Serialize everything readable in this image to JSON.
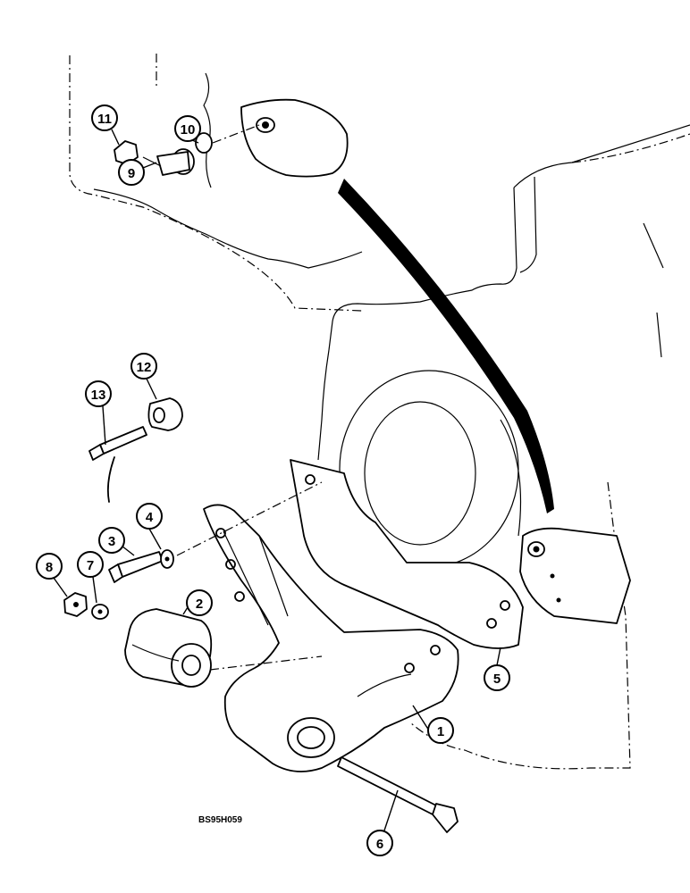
{
  "drawing": {
    "reference_code": "BS95H059",
    "callouts": [
      {
        "id": "callout-1",
        "label": "1"
      },
      {
        "id": "callout-2",
        "label": "2"
      },
      {
        "id": "callout-3",
        "label": "3"
      },
      {
        "id": "callout-4",
        "label": "4"
      },
      {
        "id": "callout-5",
        "label": "5"
      },
      {
        "id": "callout-6",
        "label": "6"
      },
      {
        "id": "callout-7",
        "label": "7"
      },
      {
        "id": "callout-8",
        "label": "8"
      },
      {
        "id": "callout-9",
        "label": "9"
      },
      {
        "id": "callout-10",
        "label": "10"
      },
      {
        "id": "callout-11",
        "label": "11"
      },
      {
        "id": "callout-12",
        "label": "12"
      },
      {
        "id": "callout-13",
        "label": "13"
      }
    ]
  }
}
